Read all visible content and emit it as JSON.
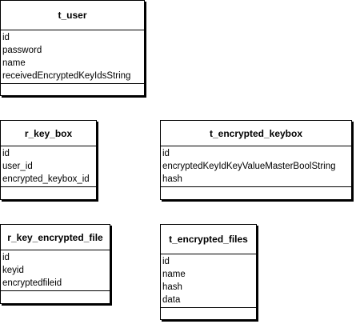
{
  "entities": {
    "t_user": {
      "name": "t_user",
      "attributes": [
        "id",
        "password",
        "name",
        "receivedEncryptedKeyIdsString"
      ]
    },
    "r_key_box": {
      "name": "r_key_box",
      "attributes": [
        "id",
        "user_id",
        "encrypted_keybox_id"
      ]
    },
    "t_encrypted_keybox": {
      "name": "t_encrypted_keybox",
      "attributes": [
        "id",
        "encryptedKeyIdKeyValueMasterBoolString",
        "hash"
      ]
    },
    "r_key_encrypted_file": {
      "name": "r_key_encrypted_file",
      "attributes": [
        "id",
        "keyid",
        "encryptedfileid"
      ]
    },
    "t_encrypted_files": {
      "name": "t_encrypted_files",
      "attributes": [
        "id",
        "name",
        "hash",
        "data"
      ]
    }
  }
}
